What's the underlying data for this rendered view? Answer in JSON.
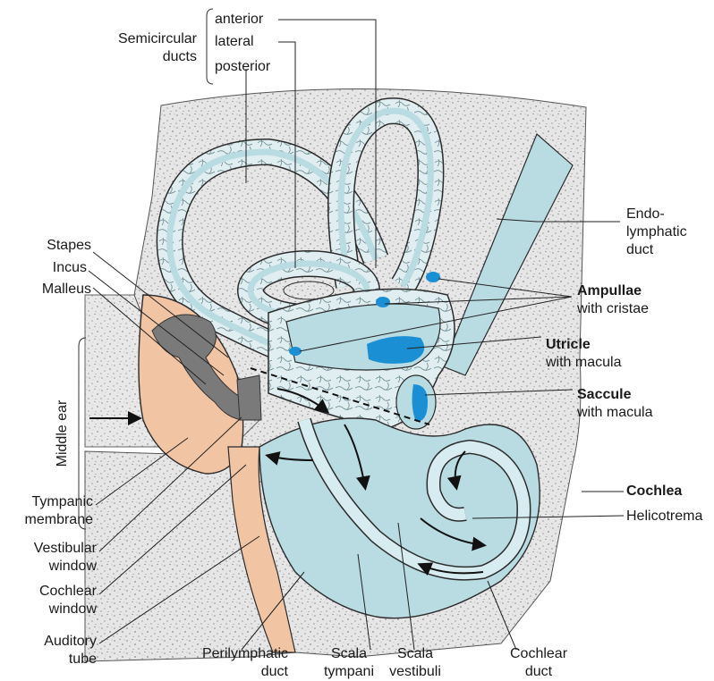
{
  "colors": {
    "bone": "#e3e3e3",
    "bone_speckle": "#8a8a8a",
    "endolymph": "#b9dbe2",
    "duct_wall": "#d6ecf0",
    "sensory": "#1a8fd4",
    "middle_ear": "#f1c4a4",
    "ossicles": "#7a7a7a",
    "outline": "#2b2b2b"
  },
  "labels": {
    "semicircular_ducts": [
      "Semicircular",
      "ducts"
    ],
    "anterior": "anterior",
    "lateral": "lateral",
    "posterior": "posterior",
    "endolymphatic_duct": [
      "Endo-",
      "lymphatic",
      "duct"
    ],
    "stapes": "Stapes",
    "incus": "Incus",
    "malleus": "Malleus",
    "ampullae": "Ampullae",
    "ampullae_sub": "with cristae",
    "utricle": "Utricle",
    "utricle_sub": "with macula",
    "saccule": "Saccule",
    "saccule_sub": "with macula",
    "middle_ear": "Middle ear",
    "cochlea": "Cochlea",
    "helicotrema": "Helicotrema",
    "tympanic_membrane": [
      "Tympanic",
      "membrane"
    ],
    "vestibular_window": [
      "Vestibular",
      "window"
    ],
    "cochlear_window": [
      "Cochlear",
      "window"
    ],
    "auditory_tube": [
      "Auditory",
      "tube"
    ],
    "perilymphatic_duct": [
      "Perilymphatic",
      "duct"
    ],
    "scala_tympani": [
      "Scala",
      "tympani"
    ],
    "scala_vestibuli": [
      "Scala",
      "vestibuli"
    ],
    "cochlear_duct": [
      "Cochlear",
      "duct"
    ]
  }
}
